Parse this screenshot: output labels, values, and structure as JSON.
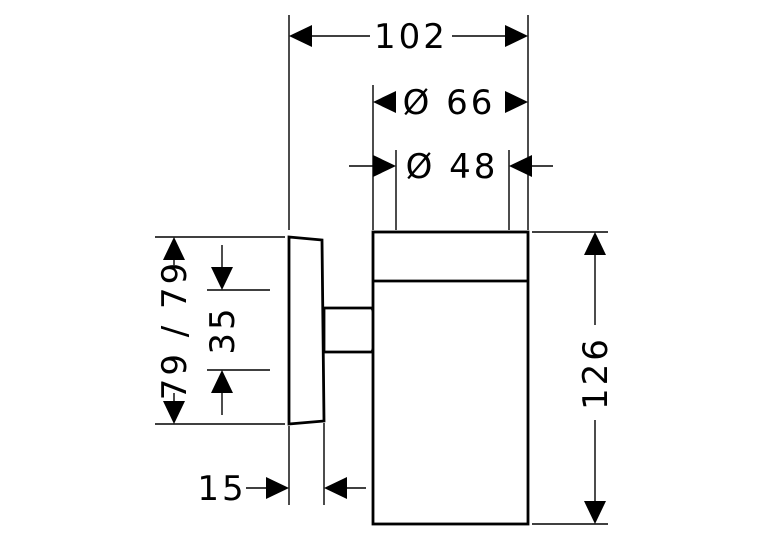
{
  "dimensions": {
    "overall_width": "102",
    "outer_diameter": "Ø 66",
    "inner_diameter": "Ø 48",
    "backplate_height": "79 / 79",
    "mount_spacing": "35",
    "backplate_depth": "15",
    "holder_height": "126"
  }
}
